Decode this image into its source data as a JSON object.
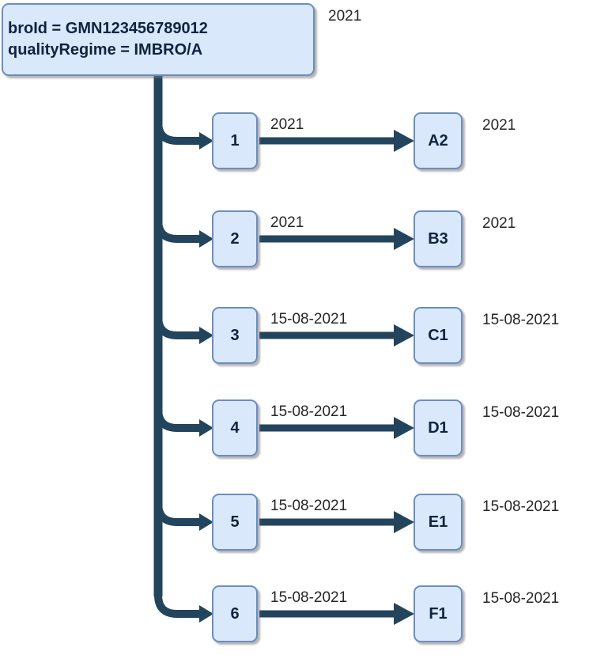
{
  "root": {
    "line1": "broId = GMN123456789012",
    "line2": "qualityRegime = IMBRO/A",
    "year_label": "2021"
  },
  "rows": [
    {
      "source": "1",
      "edge_label": "2021",
      "target": "A2",
      "right_label": "2021"
    },
    {
      "source": "2",
      "edge_label": "2021",
      "target": "B3",
      "right_label": "2021"
    },
    {
      "source": "3",
      "edge_label": "15-08-2021",
      "target": "C1",
      "right_label": "15-08-2021"
    },
    {
      "source": "4",
      "edge_label": "15-08-2021",
      "target": "D1",
      "right_label": "15-08-2021"
    },
    {
      "source": "5",
      "edge_label": "15-08-2021",
      "target": "E1",
      "right_label": "15-08-2021"
    },
    {
      "source": "6",
      "edge_label": "15-08-2021",
      "target": "F1",
      "right_label": "15-08-2021"
    }
  ],
  "colors": {
    "node_fill": "#d9e8fb",
    "node_border": "#6c8ebf",
    "connector": "#23445d"
  }
}
